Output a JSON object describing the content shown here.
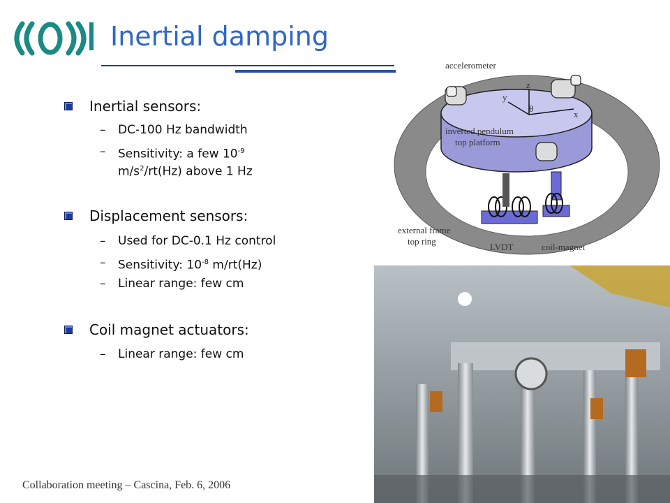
{
  "slide": {
    "title": "Inertial damping",
    "footer": "Collaboration meeting – Cascina, Feb. 6, 2006"
  },
  "sections": [
    {
      "heading": "Inertial sensors:",
      "items": [
        "DC-100 Hz bandwidth",
        "Sensitivity: a few 10",
        "m/s",
        "/rt(Hz) above 1 Hz"
      ],
      "sup": [
        "-9",
        "2"
      ]
    },
    {
      "heading": "Displacement sensors:",
      "items": [
        "Used for DC-0.1 Hz control",
        "Sensitivity: 10",
        " m/rt(Hz)",
        "Linear range: few cm"
      ],
      "sup": [
        "-8"
      ]
    },
    {
      "heading": "Coil magnet actuators:",
      "items": [
        "Linear range: few cm"
      ]
    }
  ],
  "diagram": {
    "labels": {
      "accelerometer": "accelerometer",
      "platform_line1": "inverted pendulum",
      "platform_line2": "top platform",
      "frame_line1": "external frame",
      "frame_line2": "top ring",
      "lvdt": "LVDT",
      "coil": "coil-magnet",
      "axis_z": "z",
      "axis_y": "y",
      "axis_x": "x",
      "axis_theta": "θ"
    }
  },
  "dash": "–"
}
